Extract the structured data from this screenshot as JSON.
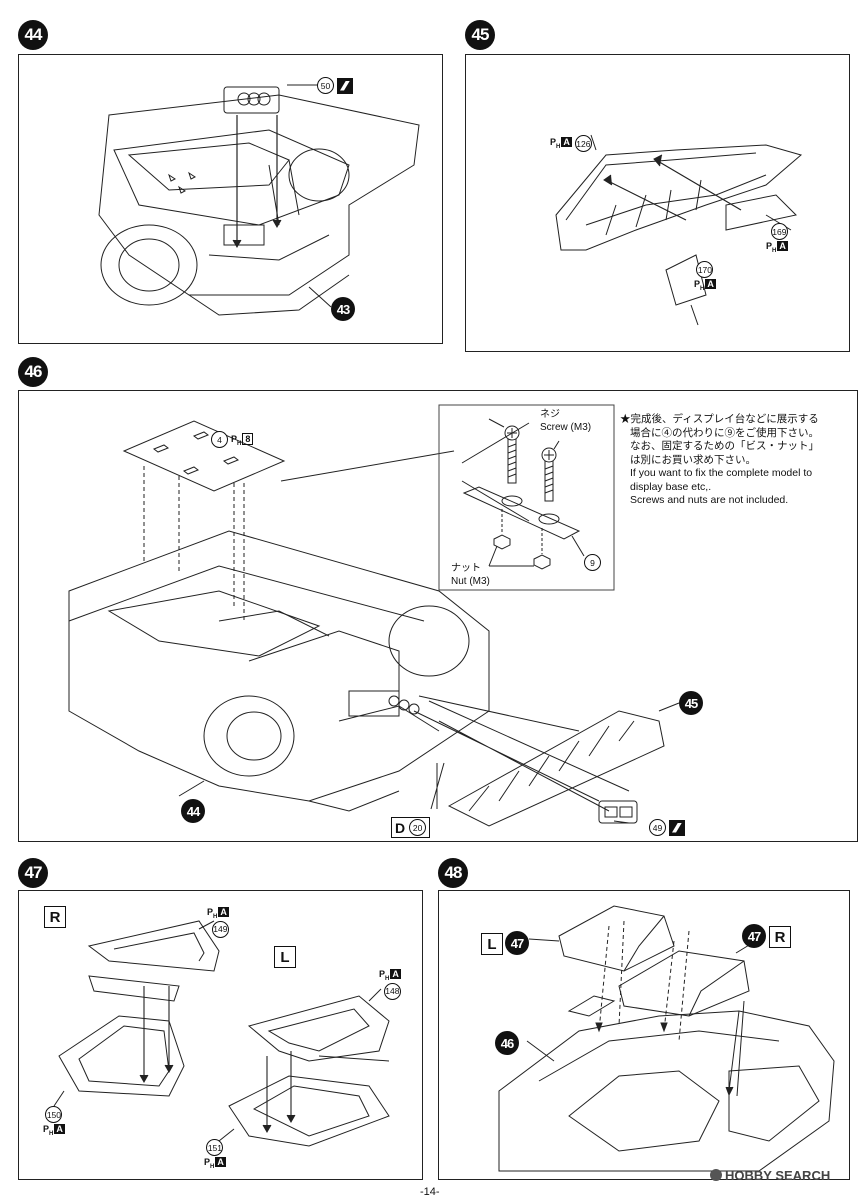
{
  "steps": [
    "44",
    "45",
    "46",
    "47",
    "48"
  ],
  "step44": {
    "part_right": "50",
    "sub_step": "43"
  },
  "step45": {
    "parts": [
      {
        "num": "126",
        "ph": "PH",
        "mat": "A"
      },
      {
        "num": "169",
        "ph": "PH",
        "mat": "A"
      },
      {
        "num": "170",
        "ph": "PH",
        "mat": "A"
      }
    ]
  },
  "step46": {
    "plate": {
      "num": "4",
      "ph": "PH",
      "mat": "8"
    },
    "screw_jp": "ネジ",
    "screw_en": "Screw (M3)",
    "nut_jp": "ナット",
    "nut_en": "Nut (M3)",
    "bracket": "9",
    "note_lines": [
      "★完成後、ディスプレイ台などに展示する",
      "場合に④の代わりに⑨をご使用下さい。",
      "なお、固定するための「ビス・ナット」",
      "は別にお買い求め下さい。",
      "If you want to fix the complete model to",
      "display base etc,.",
      "Screws and nuts are not included."
    ],
    "sub_steps": [
      "45",
      "44"
    ],
    "exhaust_part": "49",
    "d_label": "D",
    "d_part": "20"
  },
  "step47": {
    "right_label": "R",
    "left_label": "L",
    "parts": [
      {
        "num": "149",
        "ph": "PH",
        "mat": "A"
      },
      {
        "num": "150",
        "ph": "PH",
        "mat": "A"
      },
      {
        "num": "148",
        "ph": "PH",
        "mat": "A"
      },
      {
        "num": "151",
        "ph": "PH",
        "mat": "A"
      }
    ]
  },
  "step48": {
    "left_label": "L",
    "right_label": "R",
    "sub_steps": [
      "47",
      "47",
      "46"
    ]
  },
  "page_number": "-14-",
  "watermark": "HOBBY SEARCH"
}
